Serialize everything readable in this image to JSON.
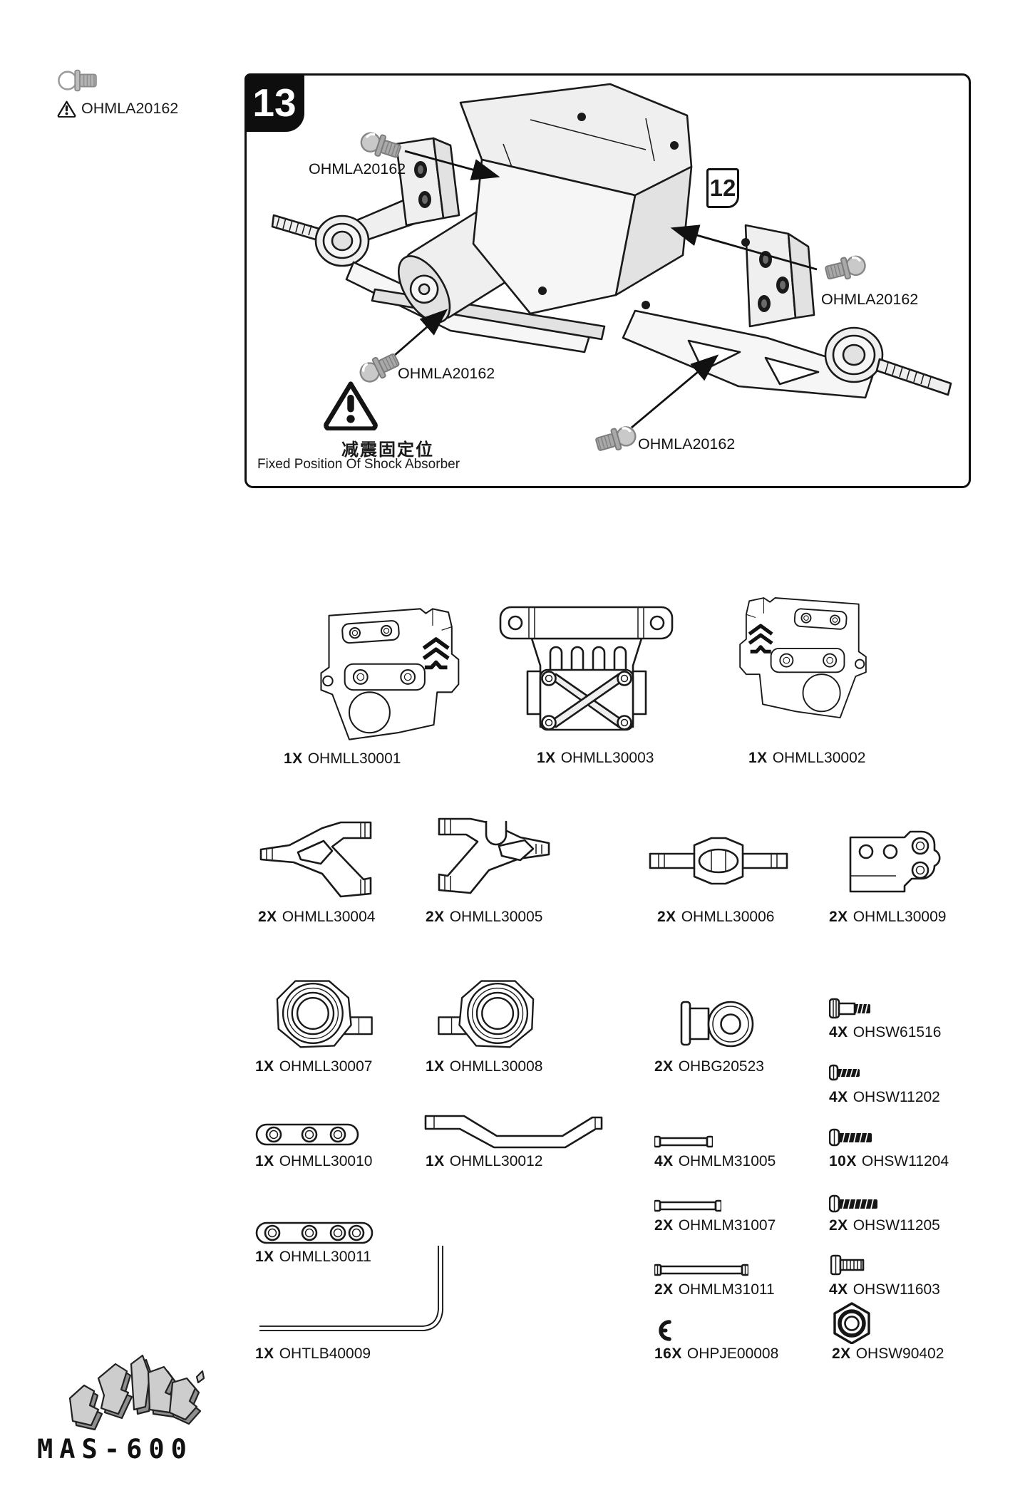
{
  "legend": {
    "code": "OHMLA20162"
  },
  "panel": {
    "step": "13",
    "ref_step": "12",
    "callouts": {
      "c1": "OHMLA20162",
      "c2": "OHMLA20162",
      "c3": "OHMLA20162",
      "c4": "OHMLA20162"
    },
    "warning_cn": "减震固定位",
    "warning_en": "Fixed Position Of Shock Absorber"
  },
  "parts": [
    {
      "qty": "1X",
      "code": "OHMLL30001"
    },
    {
      "qty": "1X",
      "code": "OHMLL30003"
    },
    {
      "qty": "1X",
      "code": "OHMLL30002"
    },
    {
      "qty": "2X",
      "code": "OHMLL30004"
    },
    {
      "qty": "2X",
      "code": "OHMLL30005"
    },
    {
      "qty": "2X",
      "code": "OHMLL30006"
    },
    {
      "qty": "2X",
      "code": "OHMLL30009"
    },
    {
      "qty": "1X",
      "code": "OHMLL30007"
    },
    {
      "qty": "1X",
      "code": "OHMLL30008"
    },
    {
      "qty": "2X",
      "code": "OHBG20523"
    },
    {
      "qty": "4X",
      "code": "OHSW61516"
    },
    {
      "qty": "4X",
      "code": "OHSW11202"
    },
    {
      "qty": "1X",
      "code": "OHMLL30010"
    },
    {
      "qty": "1X",
      "code": "OHMLL30012"
    },
    {
      "qty": "4X",
      "code": "OHMLM31005"
    },
    {
      "qty": "10X",
      "code": "OHSW11204"
    },
    {
      "qty": "2X",
      "code": "OHMLM31007"
    },
    {
      "qty": "2X",
      "code": "OHSW11205"
    },
    {
      "qty": "1X",
      "code": "OHMLL30011"
    },
    {
      "qty": "2X",
      "code": "OHMLM31011"
    },
    {
      "qty": "4X",
      "code": "OHSW11603"
    },
    {
      "qty": "1X",
      "code": "OHTLB40009"
    },
    {
      "qty": "16X",
      "code": "OHPJE00008"
    },
    {
      "qty": "2X",
      "code": "OHSW90402"
    }
  ],
  "footer": {
    "model": "MAS-600"
  }
}
